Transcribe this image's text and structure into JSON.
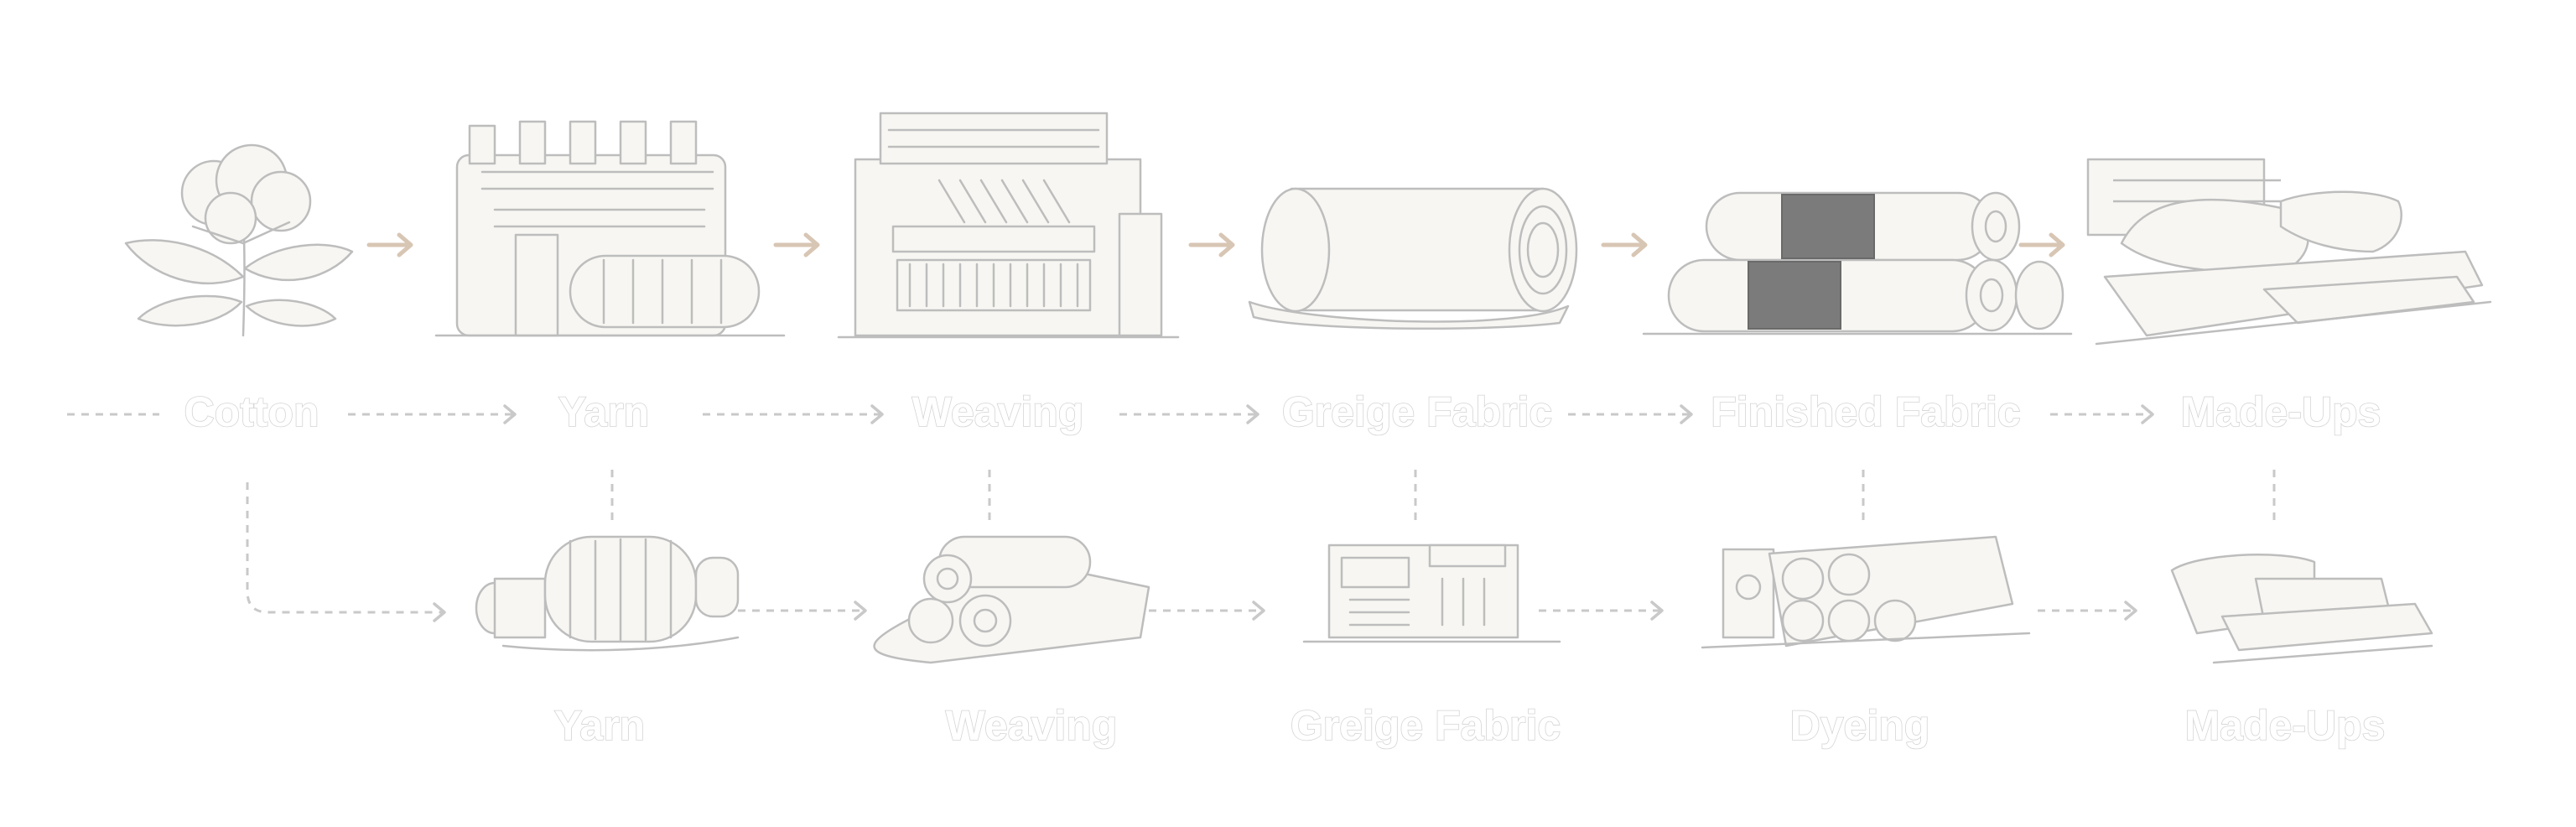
{
  "top_stages": [
    {
      "label": "Cotton",
      "icon": "cotton-plant-icon"
    },
    {
      "label": "Yarn",
      "icon": "spinning-machine-icon"
    },
    {
      "label": "Weaving",
      "icon": "loom-icon"
    },
    {
      "label": "Greige Fabric",
      "icon": "fabric-roll-icon"
    },
    {
      "label": "Finished Fabric",
      "icon": "finished-fabric-rolls-icon"
    },
    {
      "label": "Made-Ups",
      "icon": "bedding-icon"
    }
  ],
  "bottom_stages": [
    {
      "label": "Yarn",
      "icon": "yarn-bobbin-icon"
    },
    {
      "label": "Weaving",
      "icon": "woven-rolls-icon"
    },
    {
      "label": "Greige Fabric",
      "icon": "control-panel-machine-icon"
    },
    {
      "label": "Dyeing",
      "icon": "dyeing-machine-icon"
    },
    {
      "label": "Made-Ups",
      "icon": "folded-textiles-icon"
    }
  ],
  "colors": {
    "label_outline": "#d4d4d4",
    "connector": "#c9c9c9",
    "arrow_accent": "#d8c6b4",
    "illustration_line": "#bdbdbd"
  }
}
